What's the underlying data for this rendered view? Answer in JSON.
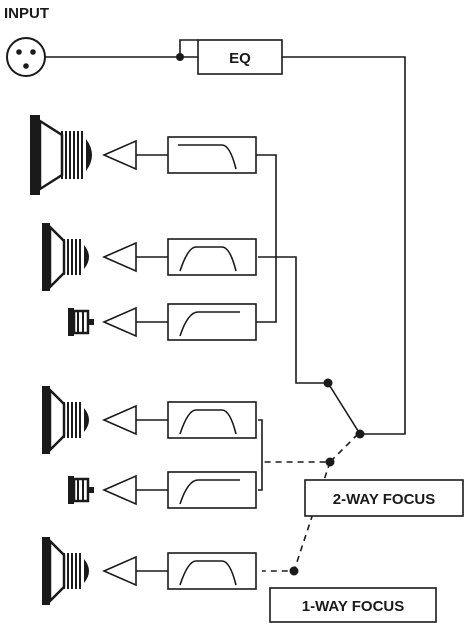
{
  "labels": {
    "input": "INPUT",
    "eq": "EQ",
    "two_way": "2-WAY FOCUS",
    "one_way": "1-WAY FOCUS"
  },
  "drivers": [
    {
      "name": "subwoofer",
      "filter": "low-pass"
    },
    {
      "name": "midrange",
      "filter": "band-pass"
    },
    {
      "name": "tweeter",
      "filter": "high-pass"
    },
    {
      "name": "midrange",
      "filter": "band-pass"
    },
    {
      "name": "tweeter",
      "filter": "high-pass"
    },
    {
      "name": "midrange",
      "filter": "band-pass"
    }
  ],
  "icons": [
    "xlr-connector-icon",
    "speaker-icon",
    "amplifier-icon",
    "filter-icon"
  ]
}
